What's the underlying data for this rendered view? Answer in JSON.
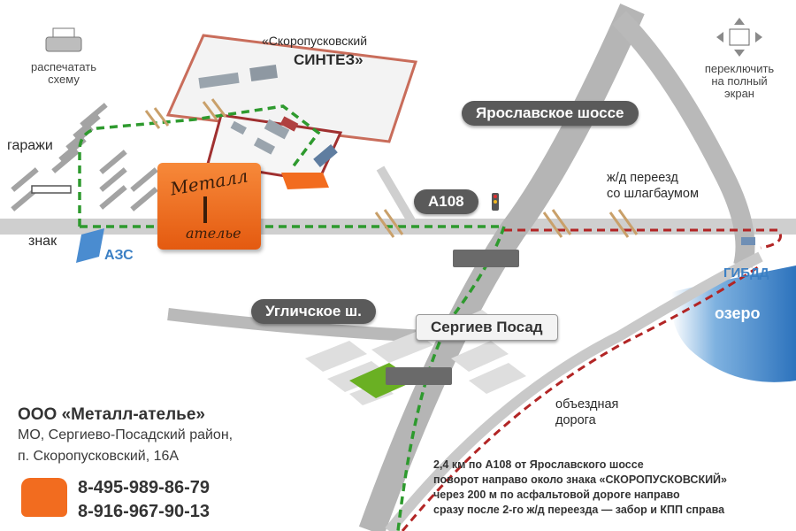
{
  "controls": {
    "print": {
      "label": "распечатать схему",
      "line1": "распечатать",
      "line2": "схему"
    },
    "fullscreen": {
      "label": "переключить на полный экран",
      "line1": "переключить",
      "line2": "на полный",
      "line3": "экран"
    }
  },
  "company_block": {
    "prefix": "«Скоропусковский",
    "name": "СИНТЕЗ»"
  },
  "logo": {
    "line1": "Металл",
    "line2": "ателье"
  },
  "places": {
    "garages": "гаражи",
    "sign": "знак",
    "gas_station": "АЗС",
    "gibdd": "ГИБДД",
    "lake": "озеро",
    "crossing_line1": "ж/д переезд",
    "crossing_line2": "со шлагбаумом",
    "bypass_line1": "объездная",
    "bypass_line2": "дорога"
  },
  "roads": {
    "yaroslavl": "Ярославское шоссе",
    "a108": "А108",
    "uglich": "Угличское ш.",
    "sergiev": "Сергиев Посад"
  },
  "contact": {
    "company": "ООО «Металл-ателье»",
    "address_line1": "МО, Сергиево-Посадский район,",
    "address_line2": "п. Скоропусковский, 16А",
    "phone1": "8-495-989-86-79",
    "phone2": "8-916-967-90-13"
  },
  "directions": [
    "2,4 км по А108 от Ярославского шоссе",
    "поворот направо около знака «СКОРОПУСКОВСКИЙ»",
    "через 200 м по асфальтовой дороге направо",
    "сразу после 2-го ж/д переезда — забор и КПП справа"
  ],
  "colors": {
    "road": "#c9c9c9",
    "highway": "#a9a9a9",
    "brand_orange": "#f26c1f",
    "route_green": "#2e9a2e",
    "route_red": "#b22525",
    "lake": "#3a7fc4"
  }
}
